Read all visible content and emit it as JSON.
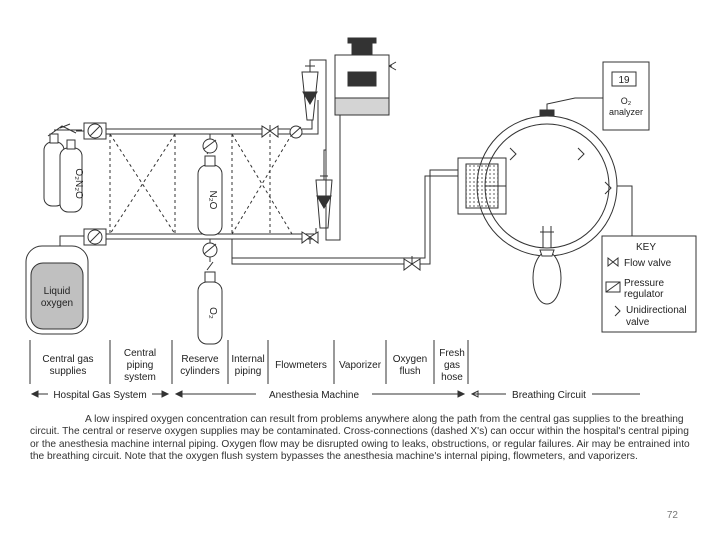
{
  "gas_labels": {
    "n2o_tank": "N₂O",
    "o2_tank": "O₂",
    "reserve_n2o": "N₂O",
    "reserve_o2": "O₂",
    "liquid_oxygen": [
      "Liquid",
      "oxygen"
    ]
  },
  "analyzer": {
    "reading": "19",
    "label": [
      "O₂",
      "analyzer"
    ]
  },
  "key": {
    "title": "KEY",
    "flow_valve": "Flow valve",
    "pressure_regulator": [
      "Pressure",
      "regulator"
    ],
    "unidirectional_valve": [
      "Unidirectional",
      "valve"
    ]
  },
  "components": [
    {
      "id": "central-gas-supplies",
      "lines": [
        "Central gas",
        "supplies"
      ]
    },
    {
      "id": "central-piping-system",
      "lines": [
        "Central",
        "piping",
        "system"
      ]
    },
    {
      "id": "reserve-cylinders",
      "lines": [
        "Reserve",
        "cylinders"
      ]
    },
    {
      "id": "internal-piping",
      "lines": [
        "Internal",
        "piping"
      ]
    },
    {
      "id": "flowmeters",
      "lines": [
        "Flowmeters"
      ]
    },
    {
      "id": "vaporizer",
      "lines": [
        "Vaporizer"
      ]
    },
    {
      "id": "oxygen-flush",
      "lines": [
        "Oxygen",
        "flush"
      ]
    },
    {
      "id": "fresh-gas-hose",
      "lines": [
        "Fresh",
        "gas",
        "hose"
      ]
    }
  ],
  "sections": {
    "hospital": "Hospital Gas System",
    "machine": "Anesthesia Machine",
    "breathing": "Breathing Circuit"
  },
  "caption": "A low inspired oxygen concentration can result from problems anywhere along the path from the central gas supplies to the breathing circuit. The central or reserve oxygen supplies may be contaminated. Cross-connections (dashed X's) can occur within the hospital's central piping or the anesthesia machine internal piping. Oxygen flow may be disrupted owing to leaks, obstructions, or regular failures. Air may be entrained into the breathing circuit. Note that the oxygen flush system bypasses the anesthesia machine's internal piping, flowmeters, and vaporizers.",
  "page_number": "72",
  "colors": {
    "line": "#333333",
    "liquid_oxygen_fill": "#c0c0c0",
    "vaporizer_fill": "#d4d4d4",
    "canister_fill": "#dddddd"
  }
}
